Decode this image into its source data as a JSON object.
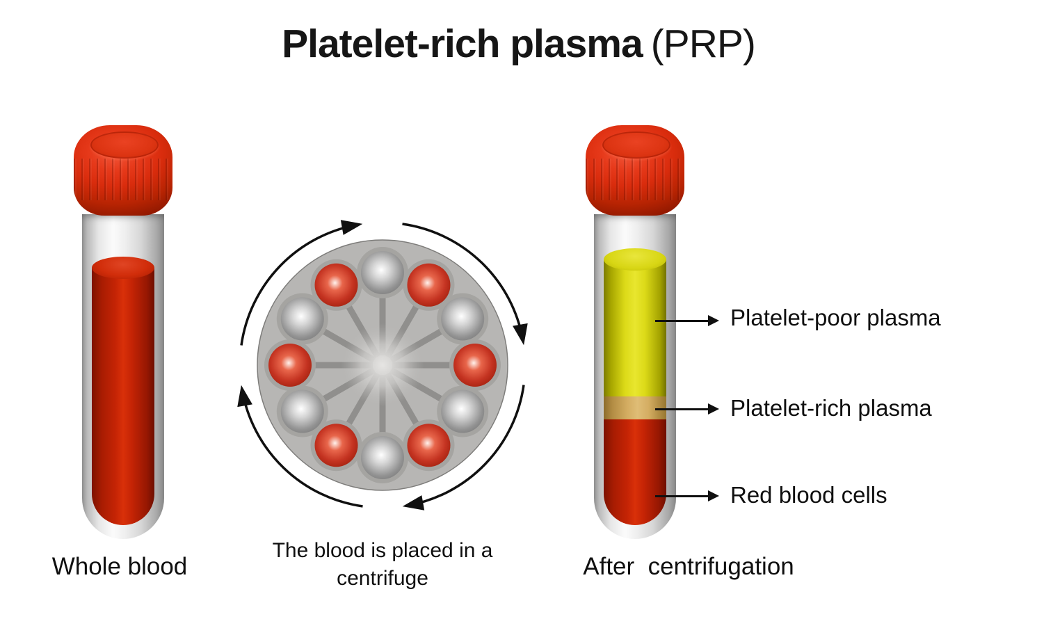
{
  "title": {
    "main": "Platelet-rich plasma",
    "suffix": "(PRP)"
  },
  "stages": {
    "whole_blood": {
      "label": "Whole blood"
    },
    "centrifuge": {
      "caption": "The blood is placed in a centrifuge"
    },
    "after_centrifugation": {
      "label": "After  centrifugation"
    }
  },
  "annotations": [
    {
      "label": "Platelet-poor plasma"
    },
    {
      "label": "Platelet-rich plasma"
    },
    {
      "label": "Red blood cells"
    }
  ],
  "centrifuge": {
    "rotation": "clockwise",
    "ball_count": 12,
    "balls_clockwise_from_top": [
      "gray",
      "red",
      "gray",
      "red",
      "gray",
      "red",
      "gray",
      "red",
      "gray",
      "red",
      "gray",
      "red"
    ]
  },
  "colors": {
    "cap_red": "#d92c0d",
    "blood_red": "#c52405",
    "plasma_yellow": "#dcda18",
    "buffy_tan": "#d4ad62",
    "rotor_gray": "#b7b6b4",
    "ink": "#101010"
  }
}
